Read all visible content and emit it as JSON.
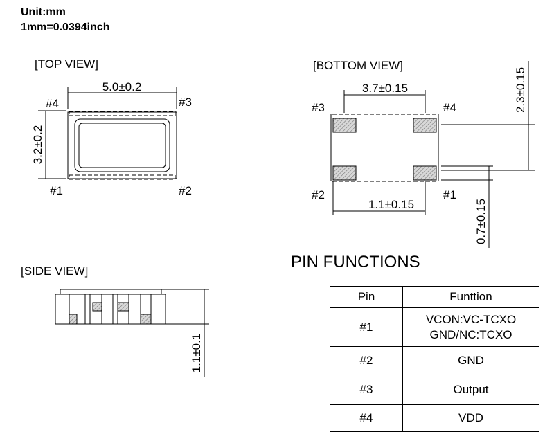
{
  "units": {
    "unit": "Unit:mm",
    "conversion": "1mm=0.0394inch"
  },
  "top_view": {
    "title": "[TOP VIEW]",
    "width_dim": "5.0±0.2",
    "height_dim": "3.2±0.2",
    "pins": [
      "#1",
      "#2",
      "#3",
      "#4"
    ]
  },
  "bottom_view": {
    "title": "[BOTTOM VIEW]",
    "pad_pitch_dim": "3.7±0.15",
    "pad_width_dim": "1.1±0.15",
    "vertical_pitch_dim": "2.3±0.15",
    "pad_height_dim": "0.7±0.15",
    "pins": [
      "#1",
      "#2",
      "#3",
      "#4"
    ]
  },
  "side_view": {
    "title": "[SIDE VIEW]",
    "height_dim": "1.1±0.1"
  },
  "pin_functions": {
    "title": "PIN FUNCTIONS",
    "headers": {
      "pin": "Pin",
      "function": "Funttion"
    },
    "rows": [
      {
        "pin": "#1",
        "function_line1": "VCON:VC-TCXO",
        "function_line2": "GND/NC:TCXO"
      },
      {
        "pin": "#2",
        "function_line1": "GND"
      },
      {
        "pin": "#3",
        "function_line1": "Output"
      },
      {
        "pin": "#4",
        "function_line1": "VDD"
      }
    ]
  }
}
